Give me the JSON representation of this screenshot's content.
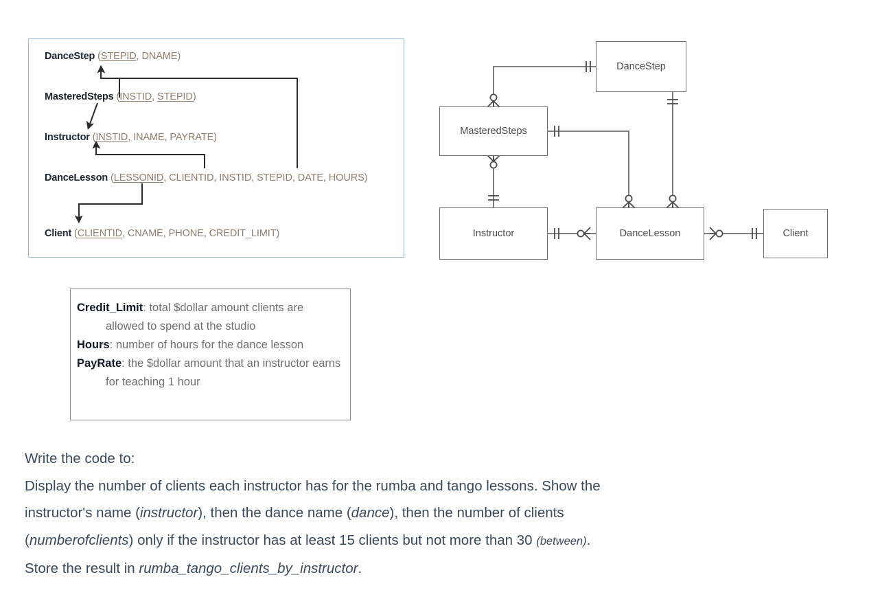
{
  "schema_panel": {
    "border_color": "#9ab7d8",
    "relations": [
      {
        "name": "DanceStep",
        "open": " (",
        "attributes": [
          {
            "text": "STEPID",
            "key": true
          },
          {
            "text": "DNAME",
            "key": false
          }
        ],
        "close": ")"
      },
      {
        "name": "MasteredSteps",
        "open": " (",
        "attributes": [
          {
            "text": "INSTID",
            "key": true
          },
          {
            "text": "STEPID",
            "key": true
          }
        ],
        "close": ")"
      },
      {
        "name": "Instructor",
        "open": " (",
        "attributes": [
          {
            "text": "INSTID",
            "key": true
          },
          {
            "text": "INAME",
            "key": false
          },
          {
            "text": "PAYRATE",
            "key": false
          }
        ],
        "close": ")"
      },
      {
        "name": "DanceLesson",
        "open": " (",
        "attributes": [
          {
            "text": "LESSONID",
            "key": true
          },
          {
            "text": "CLIENTID",
            "key": false
          },
          {
            "text": "INSTID",
            "key": false
          },
          {
            "text": "STEPID",
            "key": false
          },
          {
            "text": "DATE",
            "key": false
          },
          {
            "text": "HOURS",
            "key": false
          }
        ],
        "close": ")"
      },
      {
        "name": "Client",
        "open": " (",
        "attributes": [
          {
            "text": "CLIENTID",
            "key": true
          },
          {
            "text": "CNAME",
            "key": false
          },
          {
            "text": "PHONE",
            "key": false
          },
          {
            "text": "CREDIT_LIMIT",
            "key": false
          }
        ],
        "close": ")"
      }
    ],
    "foreign_key_arrows": [
      {
        "from": "MasteredSteps.STEPID",
        "to": "DanceStep.STEPID"
      },
      {
        "from": "MasteredSteps.INSTID",
        "to": "Instructor.INSTID"
      },
      {
        "from": "DanceLesson.INSTID",
        "to": "Instructor.INSTID"
      },
      {
        "from": "DanceLesson.STEPID",
        "to": "DanceStep.STEPID"
      },
      {
        "from": "DanceLesson.CLIENTID",
        "to": "Client.CLIENTID"
      }
    ]
  },
  "er_diagram": {
    "entities": [
      {
        "id": "dancestep",
        "label": "DanceStep"
      },
      {
        "id": "masteredsteps",
        "label": "MasteredSteps"
      },
      {
        "id": "instructor",
        "label": "Instructor"
      },
      {
        "id": "dancelesson",
        "label": "DanceLesson"
      },
      {
        "id": "client",
        "label": "Client"
      }
    ],
    "relationships": [
      {
        "from": "DanceStep",
        "to": "MasteredSteps",
        "from_cardinality": "one-and-only-one",
        "to_cardinality": "zero-or-many"
      },
      {
        "from": "MasteredSteps",
        "to": "DanceLesson",
        "from_cardinality": "one-and-only-one",
        "to_cardinality": "zero-or-many"
      },
      {
        "from": "MasteredSteps",
        "to": "Instructor",
        "from_cardinality": "zero-or-many",
        "to_cardinality": "one-and-only-one"
      },
      {
        "from": "DanceStep",
        "to": "DanceLesson",
        "from_cardinality": "one-and-only-one",
        "to_cardinality": "zero-or-many"
      },
      {
        "from": "Instructor",
        "to": "DanceLesson",
        "from_cardinality": "one-and-only-one",
        "to_cardinality": "zero-or-many"
      },
      {
        "from": "DanceLesson",
        "to": "Client",
        "from_cardinality": "zero-or-many",
        "to_cardinality": "one-and-only-one"
      }
    ],
    "line_color": "#6e6e6e",
    "box_fill": "#ffffff"
  },
  "definitions": {
    "border_color": "#8a8a8a",
    "items": [
      {
        "term": "Credit_Limit",
        "separator": ": ",
        "text": "total $dollar amount clients are allowed to spend at the studio"
      },
      {
        "term": "Hours",
        "separator": ": ",
        "text": "number of hours for the dance lesson"
      },
      {
        "term": "PayRate",
        "separator": ": ",
        "text": "the $dollar amount that an instructor earns for teaching 1 hour"
      }
    ]
  },
  "question": {
    "text_color": "#39495a",
    "lines": [
      {
        "id": "l1",
        "segments": [
          {
            "t": "Write the code to:",
            "style": "normal"
          }
        ]
      },
      {
        "id": "l2",
        "segments": [
          {
            "t": "Display the number of clients each instructor has for the rumba and tango lessons.  Show the",
            "style": "normal"
          }
        ]
      },
      {
        "id": "l3",
        "segments": [
          {
            "t": "instructor's name (",
            "style": "normal"
          },
          {
            "t": "instructor",
            "style": "italic"
          },
          {
            "t": "), then the dance name (",
            "style": "normal"
          },
          {
            "t": "dance",
            "style": "italic"
          },
          {
            "t": "), then the number of clients",
            "style": "normal"
          }
        ]
      },
      {
        "id": "l4",
        "segments": [
          {
            "t": "(",
            "style": "normal"
          },
          {
            "t": "numberofclients",
            "style": "italic"
          },
          {
            "t": ") only if the instructor has at least 15 clients but not more than 30 ",
            "style": "normal"
          },
          {
            "t": "(between)",
            "style": "small-italic"
          },
          {
            "t": ".",
            "style": "normal"
          }
        ]
      },
      {
        "id": "l5",
        "segments": [
          {
            "t": "Store the result in ",
            "style": "normal"
          },
          {
            "t": "rumba_tango_clients_by_instructor",
            "style": "italic"
          },
          {
            "t": ".",
            "style": "normal"
          }
        ]
      }
    ]
  }
}
